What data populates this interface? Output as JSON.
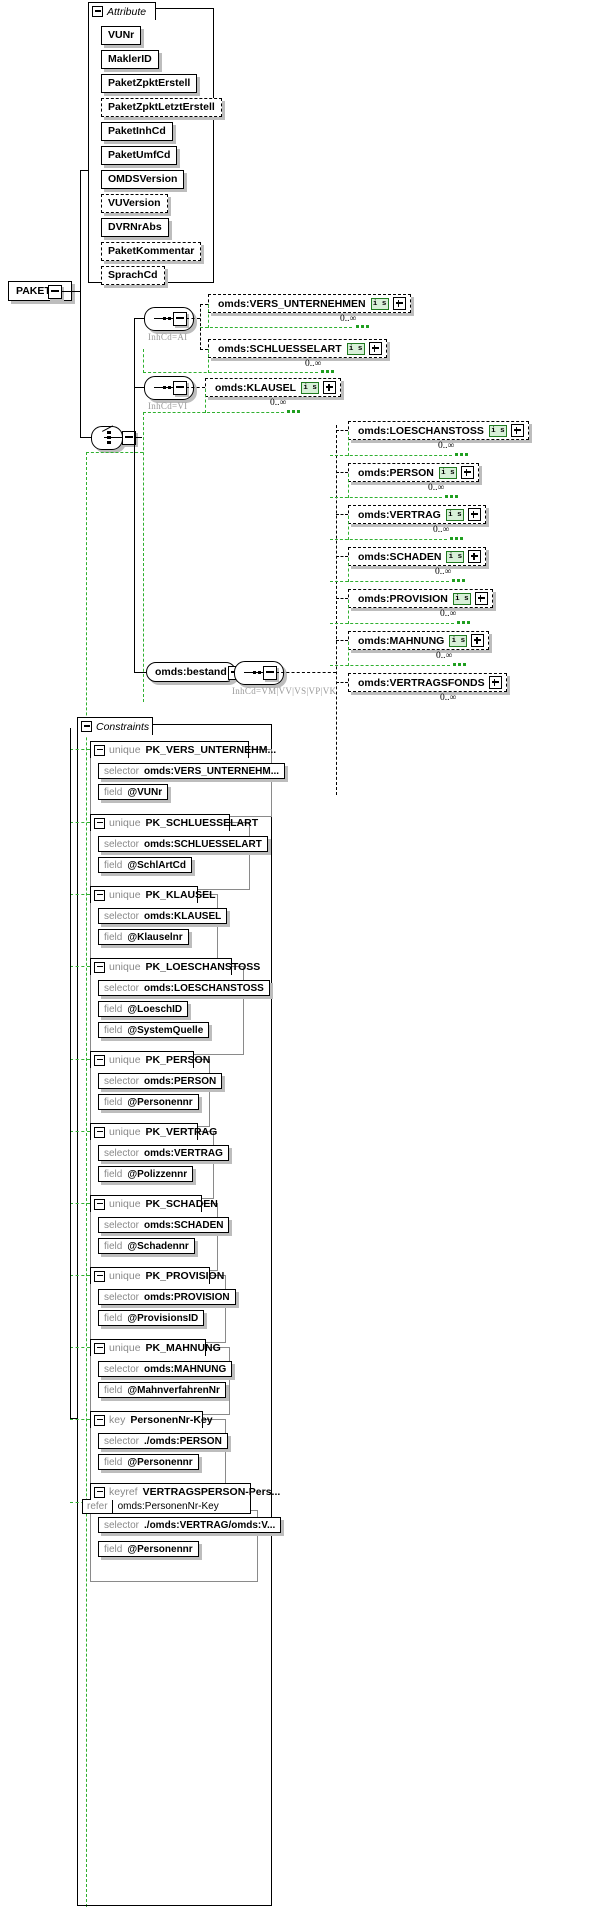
{
  "root": {
    "label": "PAKET"
  },
  "attribute_group": {
    "title": "Attribute",
    "attributes": [
      {
        "name": "VUNr",
        "optional": false
      },
      {
        "name": "MaklerID",
        "optional": false
      },
      {
        "name": "PaketZpktErstell",
        "optional": false
      },
      {
        "name": "PaketZpktLetztErstell",
        "optional": true
      },
      {
        "name": "PaketInhCd",
        "optional": false
      },
      {
        "name": "PaketUmfCd",
        "optional": false
      },
      {
        "name": "OMDSVersion",
        "optional": false
      },
      {
        "name": "VUVersion",
        "optional": true
      },
      {
        "name": "DVRNrAbs",
        "optional": false
      },
      {
        "name": "PaketKommentar",
        "optional": true
      },
      {
        "name": "SprachCd",
        "optional": true
      }
    ]
  },
  "content_model": {
    "choice_annotation": "",
    "branches": [
      {
        "compositor": "sequence",
        "annotation": "InhCd=AI",
        "elements": [
          {
            "name": "omds:VERS_UNTERNEHMEN",
            "badge": "i s",
            "occurrence": "0..∞"
          },
          {
            "name": "omds:SCHLUESSELART",
            "badge": "i s",
            "occurrence": "0..∞"
          }
        ]
      },
      {
        "compositor": "sequence",
        "annotation": "InhCd=VI",
        "elements": [
          {
            "name": "omds:KLAUSEL",
            "badge": "i s",
            "occurrence": "0..∞"
          }
        ]
      },
      {
        "compositor": "sequence",
        "element_label": "omds:bestand",
        "annotation": "InhCd=VM|VV|VS|VP|VK",
        "elements": [
          {
            "name": "omds:LOESCHANSTOSS",
            "badge": "i s",
            "occurrence": "0..∞"
          },
          {
            "name": "omds:PERSON",
            "badge": "i s",
            "occurrence": "0..∞"
          },
          {
            "name": "omds:VERTRAG",
            "badge": "i s",
            "occurrence": "0..∞"
          },
          {
            "name": "omds:SCHADEN",
            "badge": "i s",
            "occurrence": "0..∞"
          },
          {
            "name": "omds:PROVISION",
            "badge": "i s",
            "occurrence": "0..∞"
          },
          {
            "name": "omds:MAHNUNG",
            "badge": "i s",
            "occurrence": "0..∞"
          },
          {
            "name": "omds:VERTRAGSFONDS",
            "badge": "",
            "occurrence": "0..∞"
          }
        ]
      }
    ]
  },
  "constraints_group": {
    "title": "Constraints",
    "constraints": [
      {
        "kind": "unique",
        "name": "PK_VERS_UNTERNEHM...",
        "refer": "",
        "rows": [
          {
            "label": "selector",
            "value": "omds:VERS_UNTERNEHM..."
          },
          {
            "label": "field",
            "value": "@VUNr"
          }
        ]
      },
      {
        "kind": "unique",
        "name": "PK_SCHLUESSELART",
        "refer": "",
        "rows": [
          {
            "label": "selector",
            "value": "omds:SCHLUESSELART"
          },
          {
            "label": "field",
            "value": "@SchlArtCd"
          }
        ]
      },
      {
        "kind": "unique",
        "name": "PK_KLAUSEL",
        "refer": "",
        "rows": [
          {
            "label": "selector",
            "value": "omds:KLAUSEL"
          },
          {
            "label": "field",
            "value": "@Klauselnr"
          }
        ]
      },
      {
        "kind": "unique",
        "name": "PK_LOESCHANSTOSS",
        "refer": "",
        "rows": [
          {
            "label": "selector",
            "value": "omds:LOESCHANSTOSS"
          },
          {
            "label": "field",
            "value": "@LoeschID"
          },
          {
            "label": "field",
            "value": "@SystemQuelle"
          }
        ]
      },
      {
        "kind": "unique",
        "name": "PK_PERSON",
        "refer": "",
        "rows": [
          {
            "label": "selector",
            "value": "omds:PERSON"
          },
          {
            "label": "field",
            "value": "@Personennr"
          }
        ]
      },
      {
        "kind": "unique",
        "name": "PK_VERTRAG",
        "refer": "",
        "rows": [
          {
            "label": "selector",
            "value": "omds:VERTRAG"
          },
          {
            "label": "field",
            "value": "@Polizzennr"
          }
        ]
      },
      {
        "kind": "unique",
        "name": "PK_SCHADEN",
        "refer": "",
        "rows": [
          {
            "label": "selector",
            "value": "omds:SCHADEN"
          },
          {
            "label": "field",
            "value": "@Schadennr"
          }
        ]
      },
      {
        "kind": "unique",
        "name": "PK_PROVISION",
        "refer": "",
        "rows": [
          {
            "label": "selector",
            "value": "omds:PROVISION"
          },
          {
            "label": "field",
            "value": "@ProvisionsID"
          }
        ]
      },
      {
        "kind": "unique",
        "name": "PK_MAHNUNG",
        "refer": "",
        "rows": [
          {
            "label": "selector",
            "value": "omds:MAHNUNG"
          },
          {
            "label": "field",
            "value": "@MahnverfahrenNr"
          }
        ]
      },
      {
        "kind": "key",
        "name": "PersonenNr-Key",
        "refer": "",
        "rows": [
          {
            "label": "selector",
            "value": "./omds:PERSON"
          },
          {
            "label": "field",
            "value": "@Personennr"
          }
        ]
      },
      {
        "kind": "keyref",
        "name": "VERTRAGSPERSON-Pers...",
        "refer_label": "refer",
        "refer": "omds:PersonenNr-Key",
        "rows": [
          {
            "label": "selector",
            "value": "./omds:VERTRAG/omds:V..."
          },
          {
            "label": "field",
            "value": "@Personennr"
          }
        ]
      }
    ]
  },
  "colors": {
    "line": "#000000",
    "green_dash": "#2fb02f",
    "badge_bg": "#d8f0d8",
    "badge_border": "#1f7a1f",
    "shadow": "#bdbdbd",
    "muted_text": "#8a8a8a"
  }
}
